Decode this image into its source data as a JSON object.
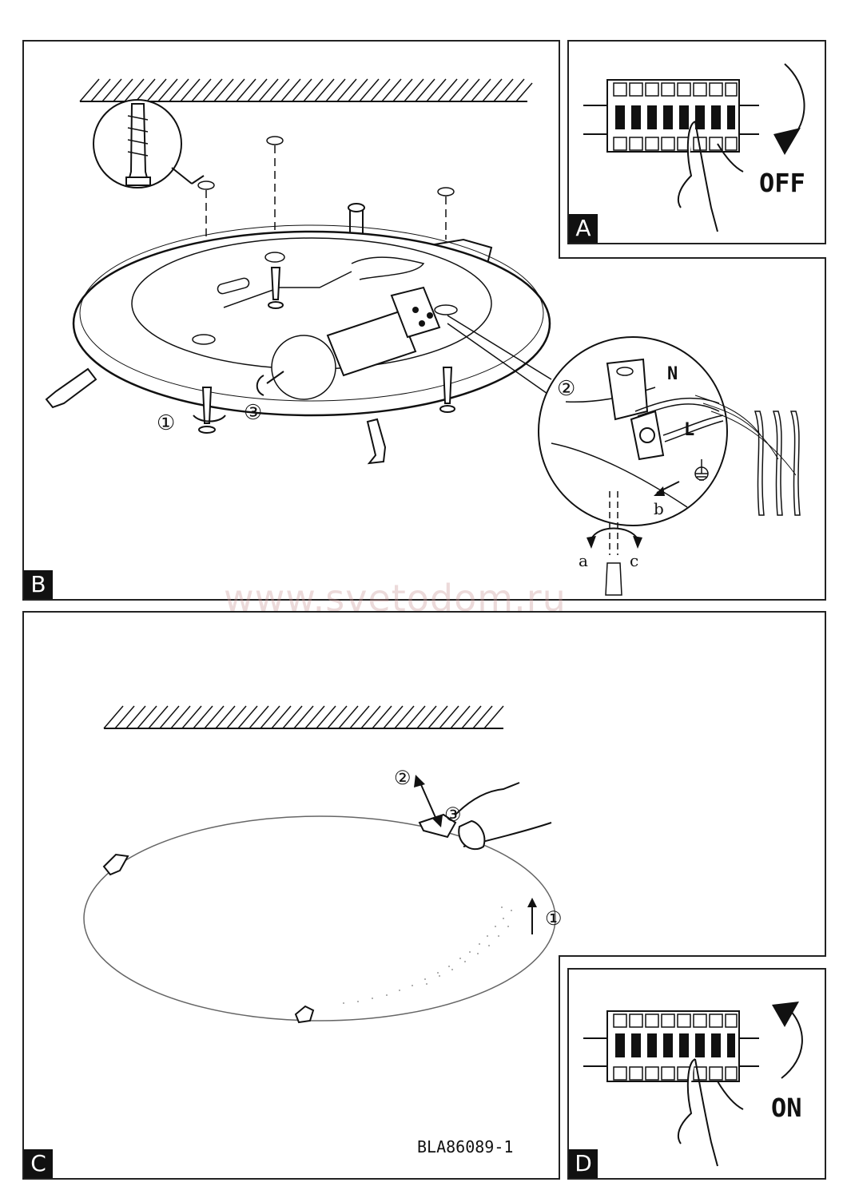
{
  "panels": {
    "A": {
      "tag": "A",
      "state_label": "OFF"
    },
    "B": {
      "tag": "B",
      "steps": [
        "①",
        "③",
        "②"
      ],
      "wires": {
        "neutral": "N",
        "live": "L"
      },
      "arrows": {
        "a": "a",
        "b": "b",
        "c": "c"
      }
    },
    "C": {
      "tag": "C",
      "steps": [
        "②",
        "③",
        "①"
      ],
      "model_code": "BLA86089-1"
    },
    "D": {
      "tag": "D",
      "state_label": "ON"
    }
  },
  "watermark": "www.svetodom.ru",
  "icons": [
    "ground-icon"
  ]
}
